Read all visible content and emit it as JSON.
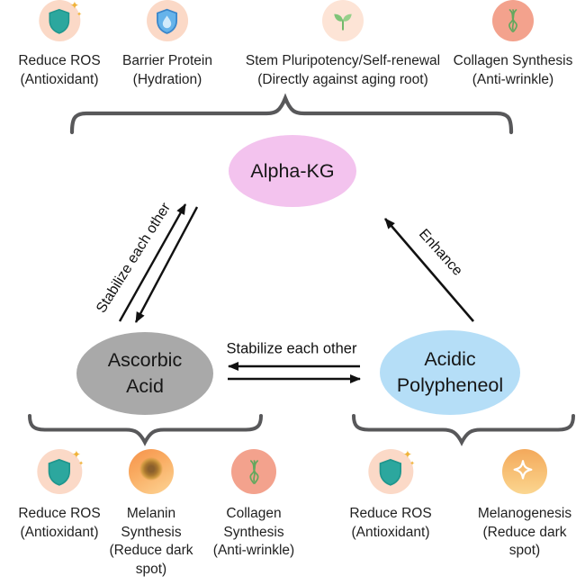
{
  "nodes": {
    "alpha_kg": {
      "label": "Alpha-KG",
      "color": "#f3c3ee"
    },
    "ascorbic_acid": {
      "label": "Ascorbic\nAcid",
      "color": "#a9a9a9"
    },
    "acidic_polypheneol": {
      "label": "Acidic\nPolypheneol",
      "color": "#b5def7"
    }
  },
  "edges": {
    "alpha_ascorbic": {
      "label": "Stabilize each other",
      "type": "bidirectional"
    },
    "ascorbic_acidic": {
      "label": "Stabilize each other",
      "type": "bidirectional"
    },
    "acidic_to_alpha": {
      "label": "Enhance",
      "type": "one-way"
    }
  },
  "alpha_kg_benefits": {
    "items": [
      {
        "icon": "shield-check-icon",
        "label": "Reduce ROS\n(Antioxidant)"
      },
      {
        "icon": "shield-drop-icon",
        "label": "Barrier Protein\n(Hydration)"
      },
      {
        "icon": "sprout-icon",
        "label": "Stem Pluripotency/Self-renewal\n(Directly against aging root)"
      },
      {
        "icon": "collagen-icon",
        "label": "Collagen Synthesis\n(Anti-wrinkle)"
      }
    ]
  },
  "ascorbic_benefits": {
    "items": [
      {
        "icon": "shield-check-icon",
        "label": "Reduce ROS\n(Antioxidant)"
      },
      {
        "icon": "melanin-icon",
        "label": "Melanin\nSynthesis\n(Reduce dark\nspot)"
      },
      {
        "icon": "collagen-icon",
        "label": "Collagen\nSynthesis\n(Anti-wrinkle)"
      }
    ]
  },
  "acidic_benefits": {
    "items": [
      {
        "icon": "shield-check-icon",
        "label": "Reduce ROS\n(Antioxidant)"
      },
      {
        "icon": "sparkle-icon",
        "label": "Melanogenesis\n(Reduce dark\nspot)"
      }
    ]
  },
  "colors": {
    "brace": "#58585a",
    "arrow": "#111111",
    "icon_bg_peach": "#fbd9c7",
    "icon_bg_salmon": "#f3a28d",
    "shield_teal": "#2ca79e",
    "shield_blue": "#66b3ea",
    "sprout_green": "#7fc478",
    "collagen_green": "#63a85e",
    "melanin_orange": "#f9ab61",
    "sparkle_orange": "#f9c87e"
  }
}
